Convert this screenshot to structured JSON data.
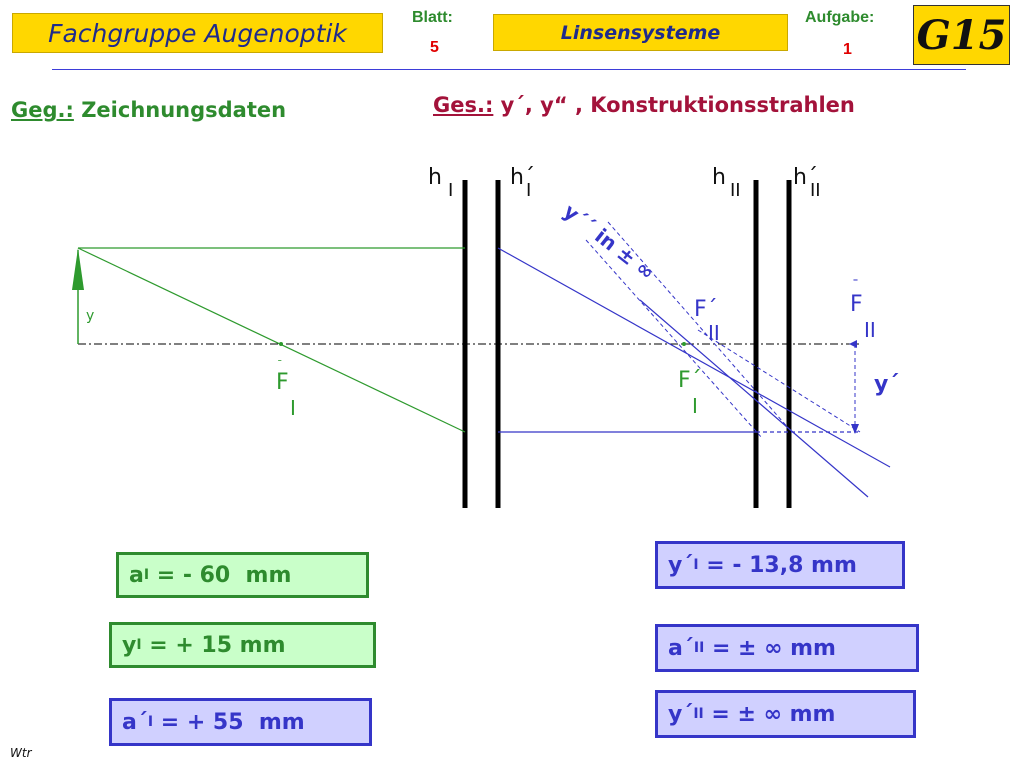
{
  "header": {
    "title": "Fachgruppe  Augenoptik",
    "blatt_label": "Blatt:",
    "blatt_value": "5",
    "topic": "Linsensysteme",
    "aufgabe_label": "Aufgabe:",
    "aufgabe_value": "1",
    "logo": "G15",
    "colors": {
      "header_fill": "#ffd700",
      "title_text": "#1f2b8c",
      "label_green": "#2e8b2e",
      "value_red": "#e00000"
    }
  },
  "given": {
    "prefix": "Geg.:",
    "text": "Zeichnungsdaten"
  },
  "sought": {
    "prefix": "Ges.:",
    "text": "y´, y“ ,  Konstruktionsstrahlen"
  },
  "diagram": {
    "plane_labels": {
      "h1": {
        "h": "h",
        "sub": "I"
      },
      "h1p": {
        "h": "h´",
        "sub": "I"
      },
      "h2": {
        "h": "h",
        "sub": "II"
      },
      "h2p": {
        "h": "h´",
        "sub": "II"
      }
    },
    "object_label": "y",
    "focal_labels": {
      "f1_bar": "F",
      "f1_bar_sub": "I",
      "f1_prime": "F´",
      "f1_prime_sub": "I",
      "f2_prime": "F´",
      "f2_prime_sub": "II",
      "f2_bar": "F",
      "f2_bar_sub": "II"
    },
    "diagonal_label": "y´´ in ± ∞",
    "image_label": "y´",
    "colors": {
      "green": "#2e9a2e",
      "blue": "#3535c8",
      "black": "#000000"
    }
  },
  "formulas": {
    "a1": {
      "main": "a",
      "sub": "I",
      "rest": " = - 60  mm"
    },
    "y1": {
      "main": "y",
      "sub": "I",
      "rest": " = + 15 mm"
    },
    "a1p": {
      "main": "a´",
      "sub": "I",
      "rest": " = + 55  mm"
    },
    "y1p": {
      "main": "y´",
      "sub": "I",
      "rest": " = - 13,8 mm"
    },
    "a2p": {
      "main": "a´",
      "sub": "II",
      "rest": " = ± ∞ mm"
    },
    "y2p": {
      "main": "y´",
      "sub": "II",
      "rest": " = ± ∞ mm"
    }
  },
  "footer": {
    "author": "Wtr"
  }
}
